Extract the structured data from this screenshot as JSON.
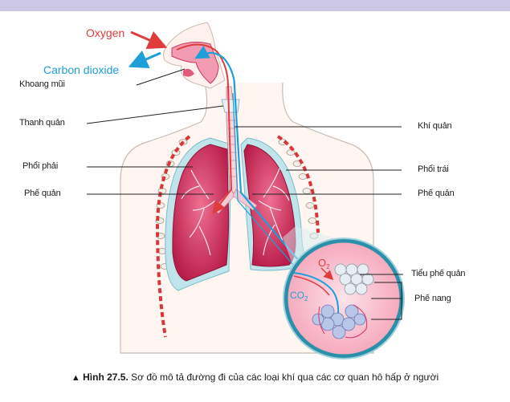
{
  "gases": {
    "oxygen": "Oxygen",
    "carbon_dioxide": "Carbon dioxide",
    "oxygen_color": "#e03c3c",
    "co2_color": "#1e9fd8"
  },
  "labels": {
    "khoang_mui": "Khoang mũi",
    "thanh_quan": "Thanh quản",
    "phoi_phai": "Phổi phải",
    "phe_quan_left": "Phế quản",
    "khi_quan": "Khí quản",
    "phoi_trai": "Phổi trái",
    "phe_quan_right": "Phế quản",
    "tieu_phe_quan": "Tiểu phế quản",
    "phe_nang": "Phế nang"
  },
  "inset": {
    "o2": "O",
    "o2_sub": "2",
    "co2": "CO",
    "co2_sub": "2"
  },
  "caption": {
    "marker": "▲",
    "figure": "Hình 27.5.",
    "text": " Sơ đồ mô tả đường đi của các loại khí qua các cơ quan hô hấp ở người"
  }
}
